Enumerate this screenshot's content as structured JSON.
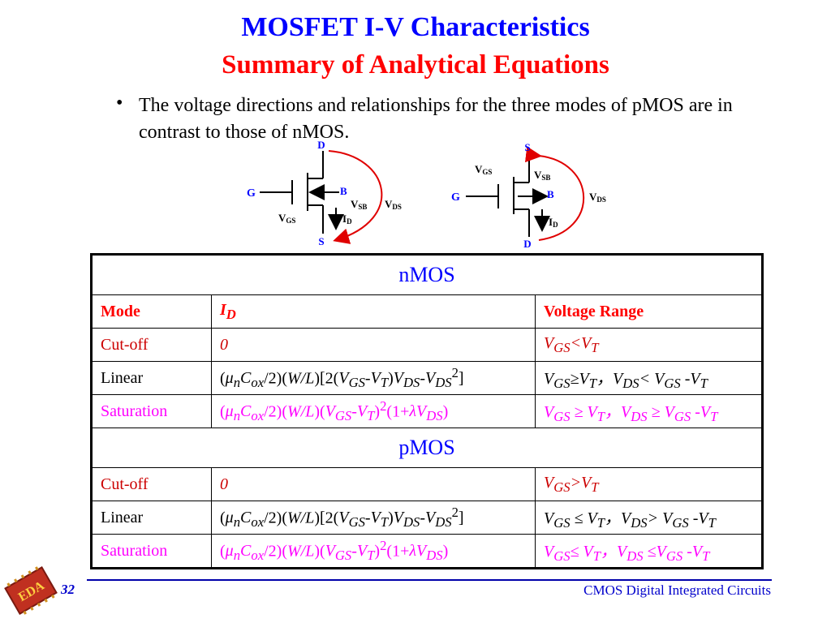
{
  "slide": {
    "title": "MOSFET I-V Characteristics",
    "subtitle": "Summary of Analytical Equations",
    "bullet": "•",
    "bullet_text": "The voltage directions and relationships for the three modes of pMOS are in contrast to those of nMOS.",
    "page_number": "32",
    "footer": "CMOS Digital Integrated Circuits",
    "logo_text": "EDA"
  },
  "diagram": {
    "nmos": {
      "D": "D",
      "G": "G",
      "S": "S",
      "B": "B",
      "VGS": "V",
      "VGS_sub": "GS",
      "VSB": "V",
      "VSB_sub": "SB",
      "VDS": "V",
      "VDS_sub": "DS",
      "ID": "I",
      "ID_sub": "D"
    },
    "pmos": {
      "S": "S",
      "G": "G",
      "D": "D",
      "B": "B",
      "VGS": "V",
      "VGS_sub": "GS",
      "VSB": "V",
      "VSB_sub": "SB",
      "VDS": "V",
      "VDS_sub": "DS",
      "ID": "I",
      "ID_sub": "D"
    }
  },
  "table": {
    "nmos_header": "nMOS",
    "pmos_header": "pMOS",
    "col_mode": "Mode",
    "col_id": "I",
    "col_id_sub": "D",
    "col_range": "Voltage Range",
    "nmos_rows": [
      {
        "mode": "Cut-off",
        "id": "0",
        "range": "V_GS<V_T"
      },
      {
        "mode": "Linear",
        "id": "(μnCox/2)(W/L)[2(VGS-VT)VDS-VDS2]",
        "range": "V_GS≥V_T，V_DS< V_GS -V_T"
      },
      {
        "mode": "Saturation",
        "id": "(μnCox/2)(W/L)(VGS-VT)2(1+λVDS)",
        "range": "V_GS ≥ V_T，V_DS ≥ V_GS -V_T"
      }
    ],
    "pmos_rows": [
      {
        "mode": "Cut-off",
        "id": "0",
        "range": "V_GS>V_T"
      },
      {
        "mode": "Linear",
        "id": "(μnCox/2)(W/L)[2(VGS-VT)VDS-VDS2]",
        "range": "V_GS ≤ V_T，V_DS> V_GS -V_T"
      },
      {
        "mode": "Saturation",
        "id": "(μnCox/2)(W/L)(VGS-VT)2(1+λVDS)",
        "range": "V_GS≤ V_T，V_DS ≤V_GS -V_T"
      }
    ]
  },
  "colors": {
    "title": "#0000ff",
    "subtitle": "#ff0000",
    "red": "#cc0000",
    "magenta": "#ff00ff",
    "footer": "#0000cc"
  }
}
